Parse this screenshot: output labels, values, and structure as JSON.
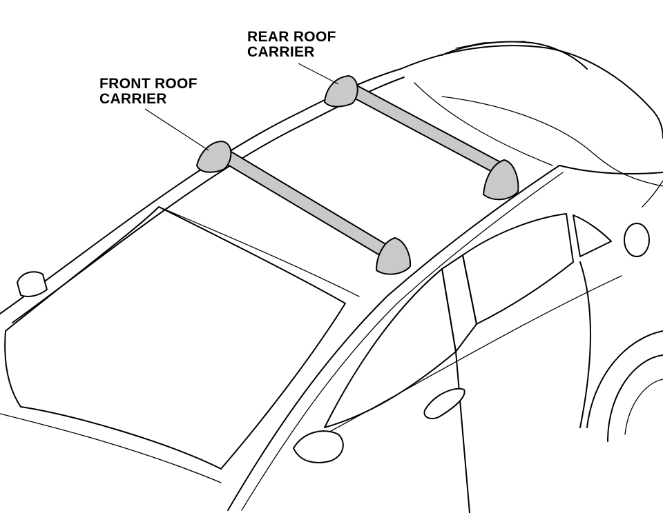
{
  "labels": {
    "front": {
      "line1": "FRONT ROOF",
      "line2": "CARRIER"
    },
    "rear": {
      "line1": "REAR ROOF",
      "line2": "CARRIER"
    }
  },
  "colors": {
    "ink": "#000000",
    "carrier_fill": "#c9c9c9",
    "background": "#ffffff"
  }
}
